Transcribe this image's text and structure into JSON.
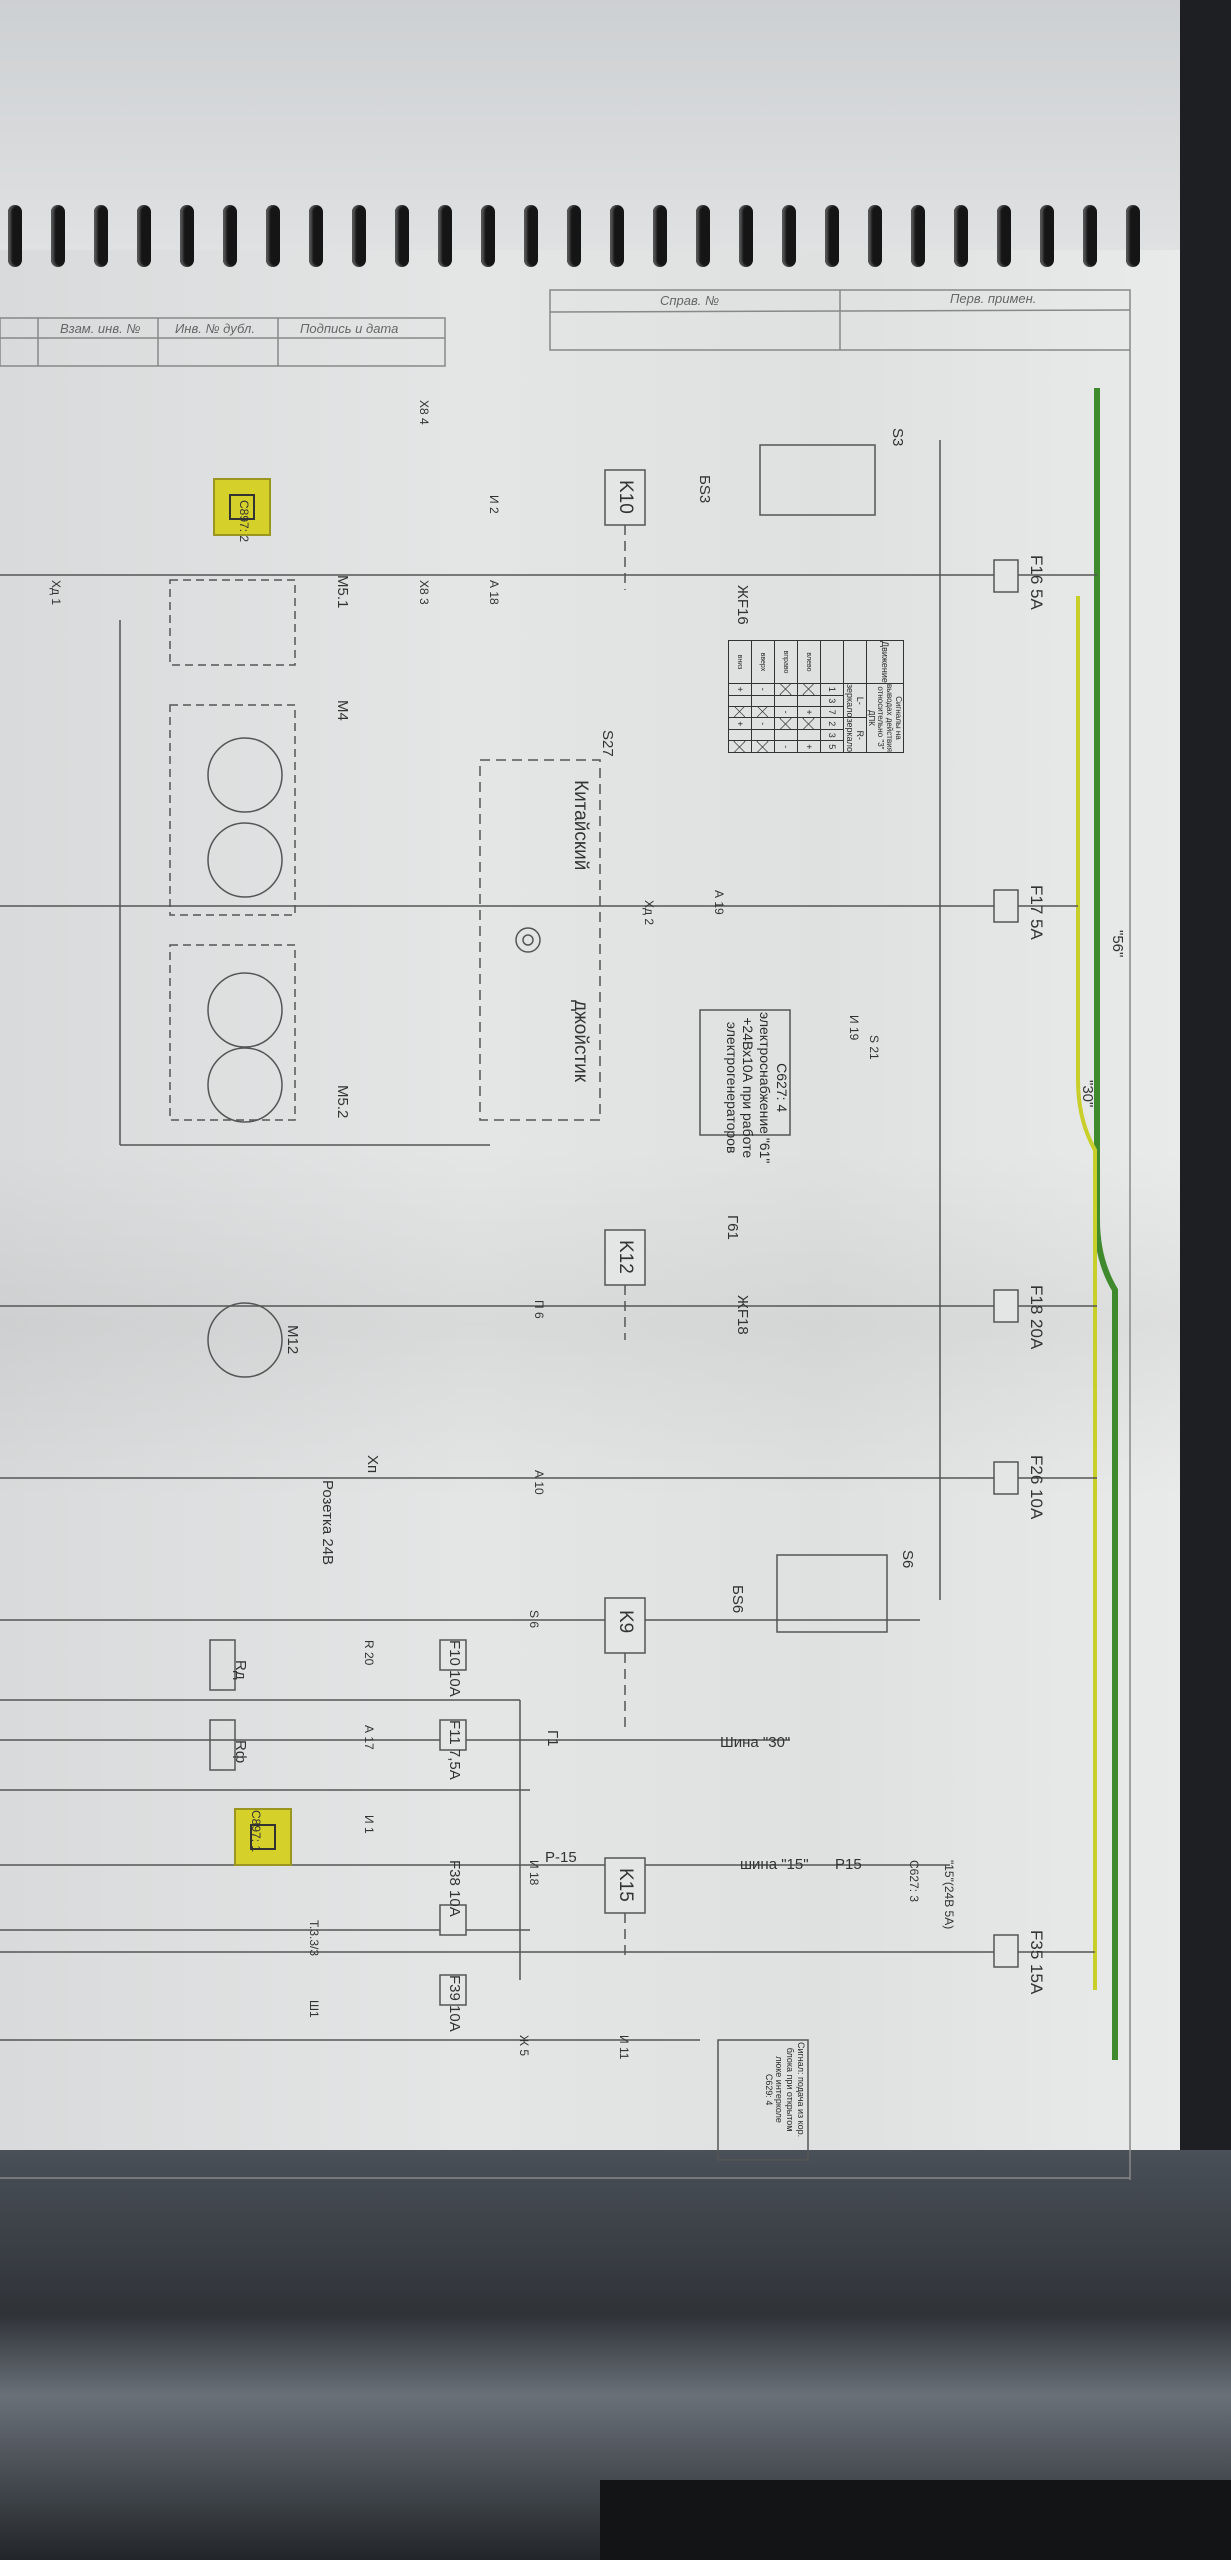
{
  "title_block": {
    "cells": [
      "Взам. инв. №",
      "Инв. № дубл.",
      "Подпись и дата",
      "Справ. №",
      "Перв. примен."
    ]
  },
  "fuses": [
    {
      "id": "F16",
      "rating": "5A"
    },
    {
      "id": "F17",
      "rating": "5A"
    },
    {
      "id": "F18",
      "rating": "20A"
    },
    {
      "id": "F26",
      "rating": "10A"
    },
    {
      "id": "F35",
      "rating": "15A"
    },
    {
      "id": "F10",
      "rating": "10A"
    },
    {
      "id": "F11",
      "rating": "7,5A"
    },
    {
      "id": "F38",
      "rating": "10A"
    },
    {
      "id": "F39",
      "rating": "10A"
    }
  ],
  "buses": {
    "b56": "\"56\"",
    "b30": "\"30\"",
    "shina30": "Шина \"30\"",
    "shina15": "шина \"15\"",
    "p15": "P15",
    "p15b": "P-15"
  },
  "relays": [
    "K10",
    "K12",
    "K9",
    "K15"
  ],
  "components": {
    "s3": "S3",
    "s6": "S6",
    "s27": "S27",
    "m4": "M4",
    "m51": "M5.1",
    "m52": "M5.2",
    "m12": "M12",
    "joystick_a": "Китайский",
    "joystick_b": "джойстик",
    "socket": "Розетка 24В",
    "xp": "Хп",
    "rd": "Rд",
    "rf": "Rф",
    "bs3": "БS3",
    "bs6": "БS6",
    "zhf16": "ЖF16",
    "zhf18": "ЖF18",
    "g61": "Г61",
    "g1": "Г1",
    "s627_15": "\"15\"(24В 5А)",
    "c627_3": "С627: 3",
    "c897_2": "С897: 2",
    "c897_1": "С897: 1",
    "t33": "Т.3.3/3",
    "u1": "Ш1"
  },
  "signal_table": {
    "header": "Сигналы на выводах действия относительно \"3\" ДПК",
    "col_left": "L-зеркало",
    "col_right": "R-зеркало",
    "row_head": "Движение",
    "numbers": [
      "1",
      "3",
      "7",
      "2",
      "3",
      "5"
    ],
    "rows": [
      {
        "name": "влево",
        "cells": [
          "x",
          "",
          "+",
          "x",
          "",
          "+"
        ]
      },
      {
        "name": "вправо",
        "cells": [
          "x",
          "",
          "-",
          "x",
          "",
          "-"
        ]
      },
      {
        "name": "вверх",
        "cells": [
          "-",
          "",
          "x",
          "-",
          "",
          "x"
        ]
      },
      {
        "name": "вниз",
        "cells": [
          "+",
          "",
          "x",
          "+",
          "",
          "x"
        ]
      }
    ]
  },
  "c627_box": {
    "l1": "С627: 4",
    "l2": "электроснабжение \"61\"",
    "l3": "+24Вх10А при работе",
    "l4": "электрогенераторов"
  },
  "note_box": {
    "l1": "Сигнал: подача из кор.",
    "l2": "блока при открытом",
    "l3": "люке интерколе",
    "l4": "С629: 4"
  },
  "connectors": [
    "А 19",
    "И 19",
    "S 21",
    "П 6",
    "А 10",
    "S 6",
    "И 18",
    "R 20",
    "А 17",
    "И 1",
    "И 2",
    "А 18",
    "Ж 5",
    "И 11",
    "Х8 4",
    "Х8 3",
    "Хд 2",
    "Хд 1"
  ],
  "colors": {
    "green_bus": "#3f8a2c",
    "yellow_bus": "#c9cf2a",
    "highlight": "#d6d12a"
  }
}
